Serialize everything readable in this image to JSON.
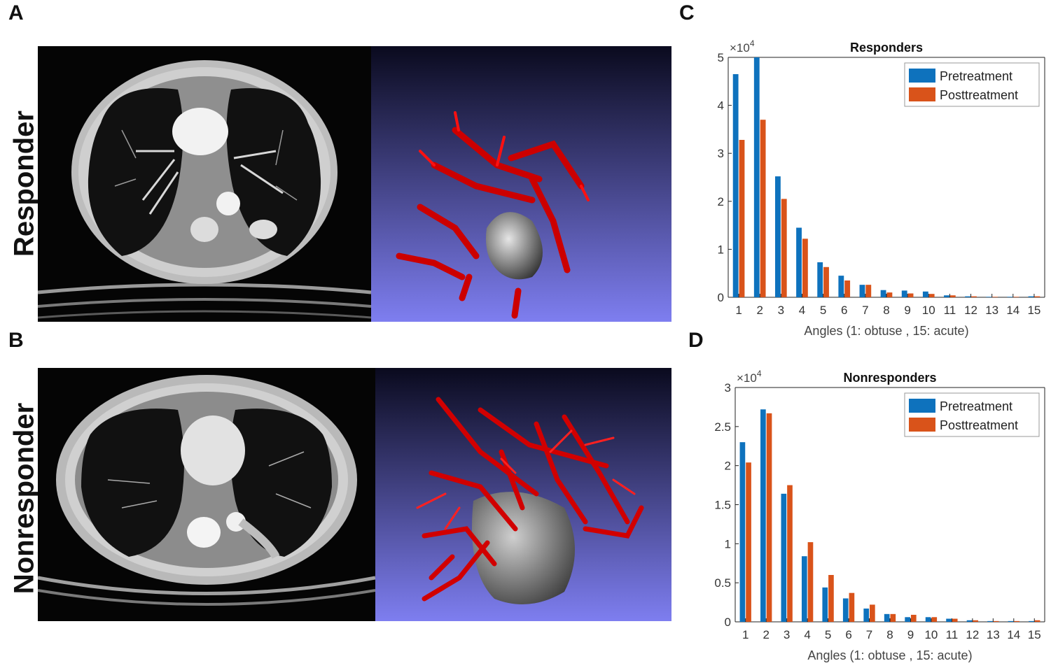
{
  "panels": {
    "a_letter": "A",
    "b_letter": "B",
    "c_letter": "C",
    "d_letter": "D"
  },
  "rows": {
    "top_label": "Responder",
    "bottom_label": "Nonresponder"
  },
  "colors": {
    "pretreatment": "#0e72bd",
    "posttreatment": "#d9531a",
    "vessel": "#d6000a",
    "render_bg_top": "#0a0a1e",
    "render_bg_bottom": "#7e7ef0"
  },
  "chart_data": [
    {
      "id": "C",
      "type": "bar",
      "title": "Responders",
      "xlabel": "Angles (1: obtuse , 15: acute)",
      "ylabel": "",
      "exponent_label": "×10",
      "exponent_power": "4",
      "categories": [
        "1",
        "2",
        "3",
        "4",
        "5",
        "6",
        "7",
        "8",
        "9",
        "10",
        "11",
        "12",
        "13",
        "14",
        "15"
      ],
      "ylim": [
        0,
        5
      ],
      "yticks": [
        "0",
        "1",
        "2",
        "3",
        "4",
        "5"
      ],
      "series": [
        {
          "name": "Pretreatment",
          "values": [
            4.65,
            5.0,
            2.52,
            1.45,
            0.73,
            0.45,
            0.26,
            0.15,
            0.14,
            0.12,
            0.04,
            0.02,
            0.01,
            0.01,
            0.02
          ]
        },
        {
          "name": "Posttreatment",
          "values": [
            3.28,
            3.7,
            2.05,
            1.22,
            0.63,
            0.35,
            0.26,
            0.1,
            0.08,
            0.07,
            0.04,
            0.02,
            0.01,
            0.01,
            0.02
          ]
        }
      ],
      "legend": "top-right"
    },
    {
      "id": "D",
      "type": "bar",
      "title": "Nonresponders",
      "xlabel": "Angles (1: obtuse , 15: acute)",
      "ylabel": "",
      "exponent_label": "×10",
      "exponent_power": "4",
      "categories": [
        "1",
        "2",
        "3",
        "4",
        "5",
        "6",
        "7",
        "8",
        "9",
        "10",
        "11",
        "12",
        "13",
        "14",
        "15"
      ],
      "ylim": [
        0,
        3
      ],
      "yticks": [
        "0",
        "0.5",
        "1",
        "1.5",
        "2",
        "2.5",
        "3"
      ],
      "series": [
        {
          "name": "Pretreatment",
          "values": [
            2.3,
            2.72,
            1.64,
            0.84,
            0.44,
            0.3,
            0.17,
            0.1,
            0.06,
            0.06,
            0.04,
            0.02,
            0.01,
            0.01,
            0.01
          ]
        },
        {
          "name": "Posttreatment",
          "values": [
            2.04,
            2.67,
            1.75,
            1.02,
            0.6,
            0.37,
            0.22,
            0.1,
            0.09,
            0.06,
            0.04,
            0.02,
            0.01,
            0.01,
            0.02
          ]
        }
      ],
      "legend": "top-right"
    }
  ]
}
